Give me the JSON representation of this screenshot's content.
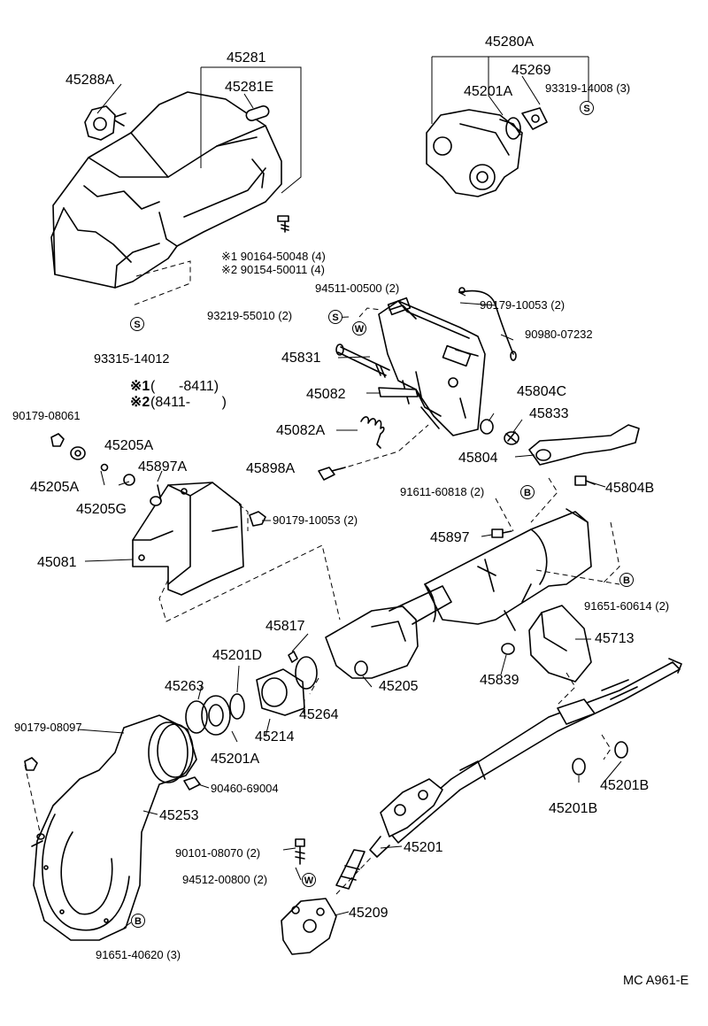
{
  "diagram": {
    "code": "MC A961-E",
    "labels": {
      "p45281": "45281",
      "p45288A": "45288A",
      "p45281E": "45281E",
      "s90164": "※1 90164-50048 (4)",
      "s90154": "※2 90154-50011 (4)",
      "p93315": "93315-14012",
      "p45280A": "45280A",
      "p45269": "45269",
      "p45201A_top": "45201A",
      "p93319": "93319-14008 (3)",
      "p94511": "94511-00500 (2)",
      "p90179_10053a": "90179-10053 (2)",
      "p93219": "93219-55010 (2)",
      "p90980": "90980-07232",
      "p45831": "45831",
      "p45082": "45082",
      "p45804C": "45804C",
      "p45082A": "45082A",
      "p45833": "45833",
      "p90179_08061": "90179-08061",
      "p45205A_a": "45205A",
      "p45804": "45804",
      "p45897A": "45897A",
      "p45898A": "45898A",
      "p45205A_b": "45205A",
      "p45205G": "45205G",
      "p45804B": "45804B",
      "p91611": "91611-60818 (2)",
      "p90179_10053b": "90179-10053 (2)",
      "p45897": "45897",
      "p45081": "45081",
      "p91651_60614": "91651-60614 (2)",
      "p45817": "45817",
      "p45713": "45713",
      "p45201D": "45201D",
      "p45263": "45263",
      "p45205": "45205",
      "p45839": "45839",
      "p45264": "45264",
      "p90179_08097": "90179-08097",
      "p45214": "45214",
      "p45201A_bot": "45201A",
      "p90460": "90460-69004",
      "p45201B_a": "45201B",
      "p45201B_b": "45201B",
      "p45253": "45253",
      "p45201": "45201",
      "p90101": "90101-08070 (2)",
      "p94512": "94512-00800 (2)",
      "p45209": "45209",
      "p91651_40620": "91651-40620 (3)"
    },
    "legend": {
      "row1_mark": "※1",
      "row1_range": "(      -8411)",
      "row2_mark": "※2",
      "row2_range": "(8411-        )"
    },
    "symbols": {
      "s": "S",
      "w": "W",
      "b": "B"
    }
  }
}
